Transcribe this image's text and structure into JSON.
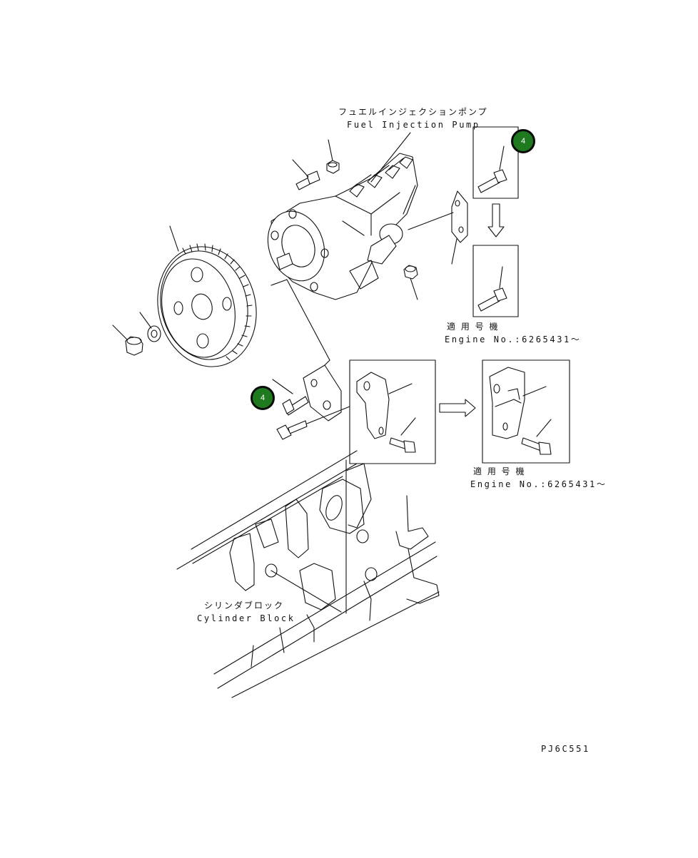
{
  "labels": {
    "pump_jp": "フュエルインジェクションポンプ",
    "pump_en": "Fuel Injection Pump",
    "cylinder_jp": "シリンダブロック",
    "cylinder_en": "Cylinder Block",
    "applicable_jp_1": "適 用 号 機",
    "engine_no_1": "Engine No.:6265431～",
    "applicable_jp_2": "適 用 号 機",
    "engine_no_2": "Engine No.:6265431～",
    "drawing_id": "PJ6C551"
  },
  "callouts": [
    {
      "number": "4",
      "color": "#1f7a1f"
    },
    {
      "number": "4",
      "color": "#1f7a1f"
    }
  ]
}
